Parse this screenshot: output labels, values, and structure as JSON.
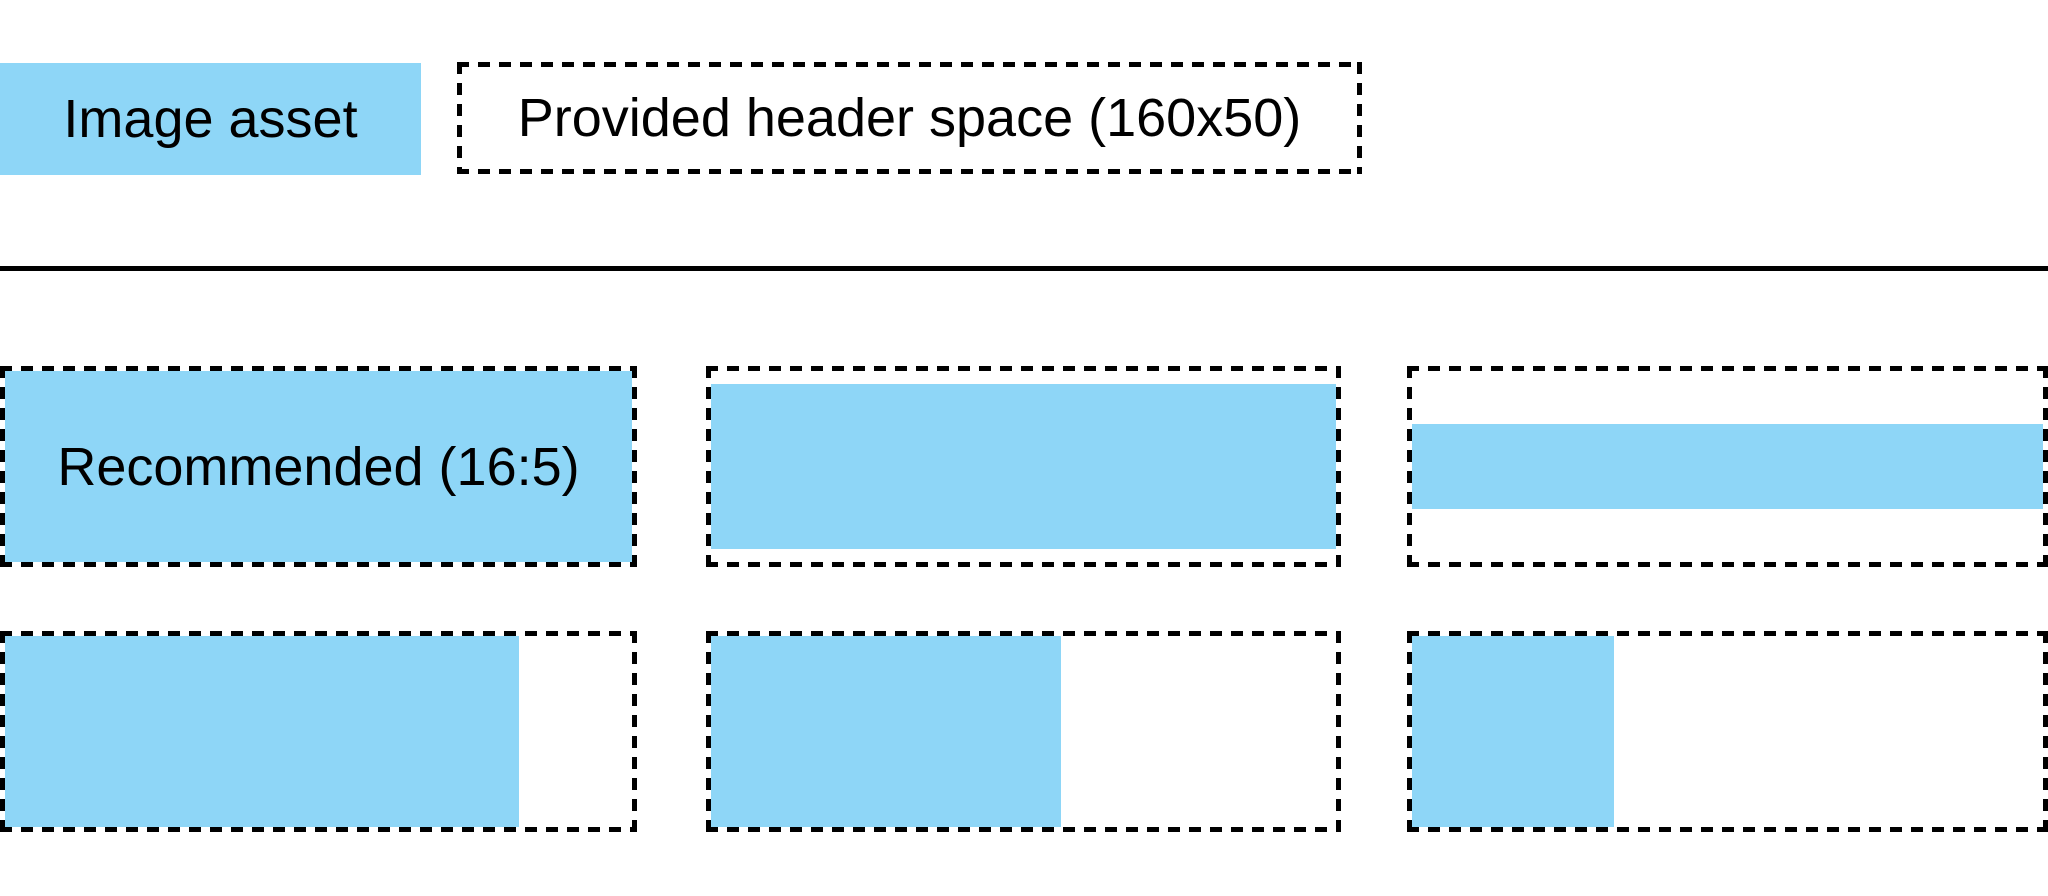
{
  "colors": {
    "asset_blue": "#8ED6F7",
    "line_black": "#000000",
    "bg": "#FFFFFF",
    "text_color": "#000000"
  },
  "legend": {
    "image_asset": {
      "label": "Image asset",
      "swatch": "solid-blue-rect"
    },
    "header_space": {
      "label": "Provided header space (160x50)",
      "swatch": "dashed-outline-rect"
    }
  },
  "examples": {
    "cells": [
      {
        "name": "recommended-16-5",
        "label": "Recommended (16:5)",
        "fill_width_pct": 100,
        "fill_height_pct": 100,
        "h_align": "stretch",
        "v_align": "stretch"
      },
      {
        "name": "wider-full-width",
        "label": "",
        "fill_width_pct": 100,
        "fill_height_pct": 86,
        "h_align": "stretch",
        "v_align": "center"
      },
      {
        "name": "widest-thin-band",
        "label": "",
        "fill_width_pct": 100,
        "fill_height_pct": 45,
        "h_align": "stretch",
        "v_align": "center"
      },
      {
        "name": "taller-82-width",
        "label": "",
        "fill_width_pct": 82,
        "fill_height_pct": 100,
        "h_align": "left",
        "v_align": "stretch"
      },
      {
        "name": "taller-56-width",
        "label": "",
        "fill_width_pct": 56,
        "fill_height_pct": 100,
        "h_align": "left",
        "v_align": "stretch"
      },
      {
        "name": "taller-32-width",
        "label": "",
        "fill_width_pct": 32,
        "fill_height_pct": 100,
        "h_align": "left",
        "v_align": "stretch"
      }
    ]
  }
}
